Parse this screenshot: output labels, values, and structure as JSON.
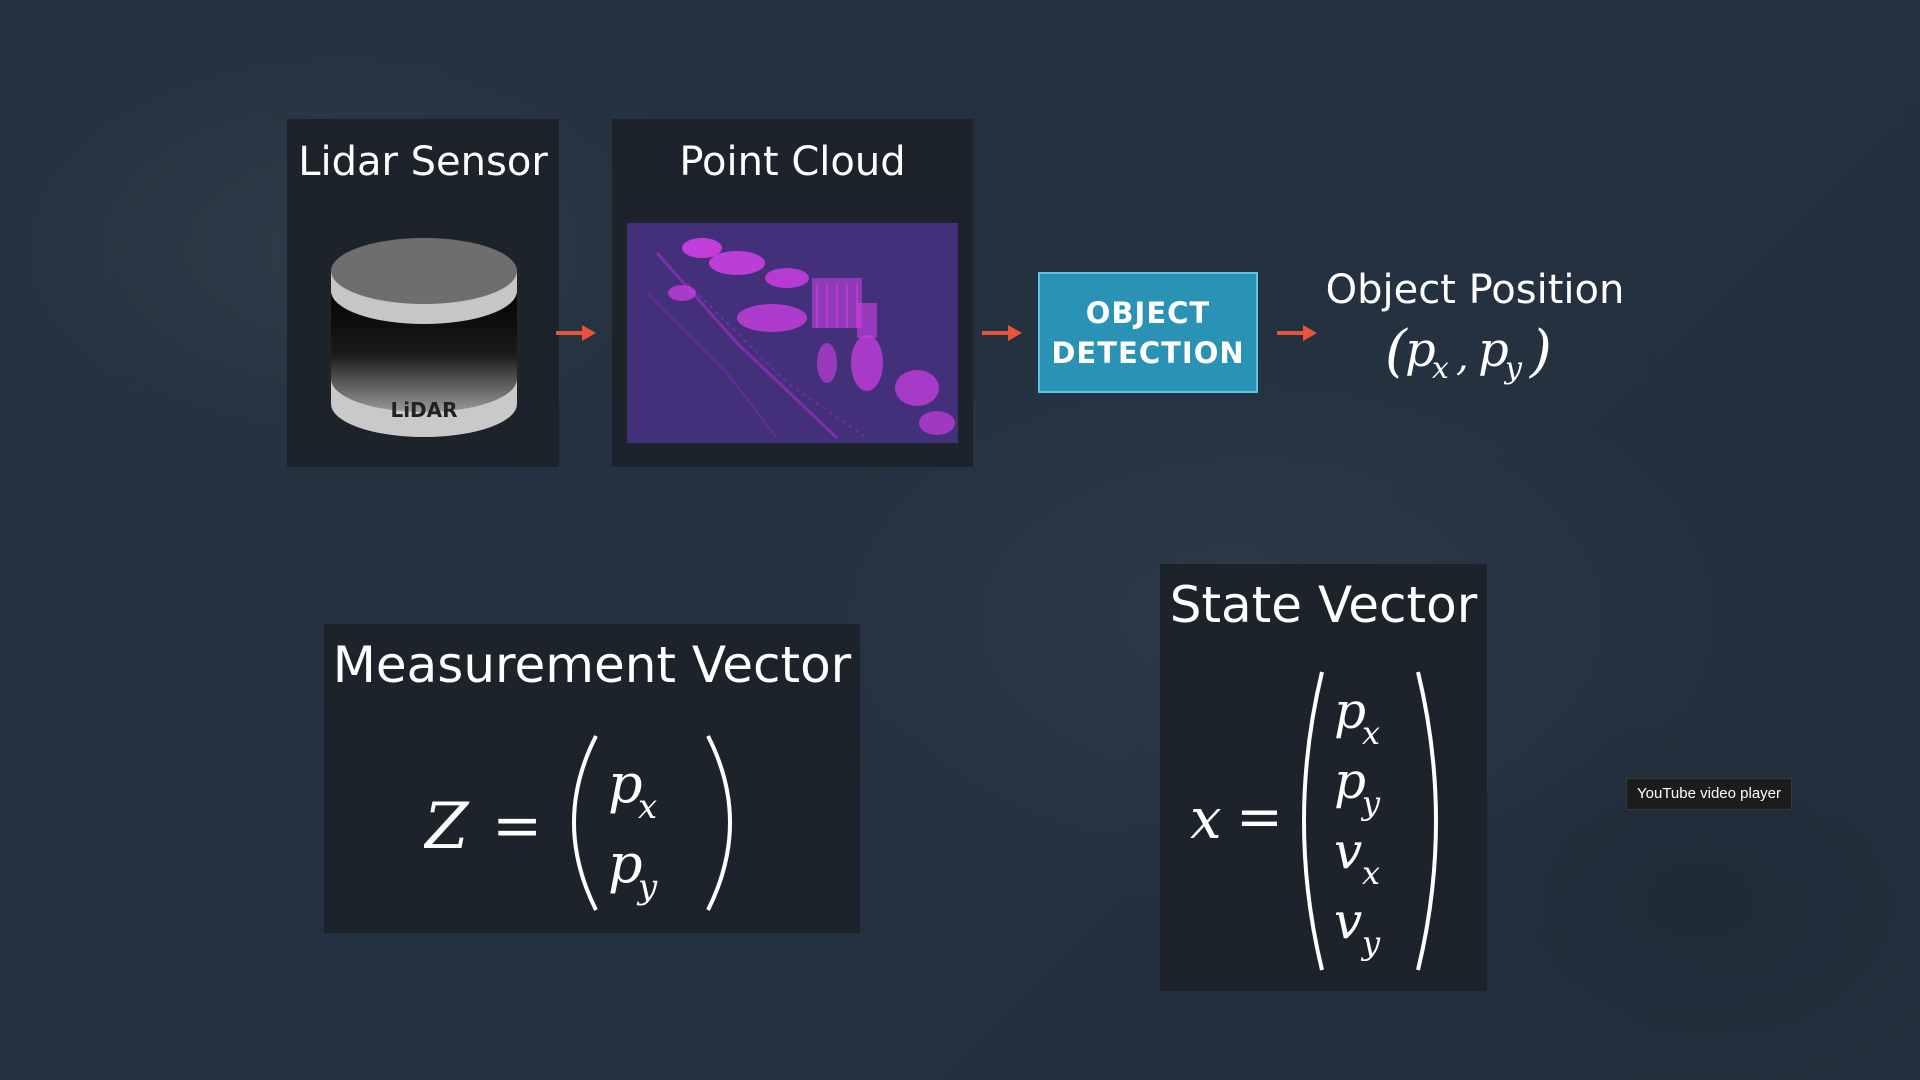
{
  "colors": {
    "background": "#253140",
    "panel": "#1c232b",
    "arrow": "#e8543a",
    "detection_box": "#2a93b5",
    "point_cloud_bg": "#43307a",
    "point_cloud_points": "#d23fe8"
  },
  "lidar_sensor": {
    "title": "Lidar Sensor",
    "icon": "lidar-icon",
    "device_label": "LiDAR"
  },
  "point_cloud": {
    "title": "Point Cloud"
  },
  "object_detection": {
    "line1": "OBJECT",
    "line2": "DETECTION"
  },
  "object_position": {
    "title": "Object Position",
    "formula_open": "(",
    "p": "p",
    "sub_x": "x",
    "comma": ",",
    "sub_y": "y",
    "formula_close": ")"
  },
  "measurement_vector": {
    "title": "Measurement Vector",
    "lhs": "Z",
    "equals": "=",
    "entries": [
      {
        "sym": "p",
        "sub": "x"
      },
      {
        "sym": "p",
        "sub": "y"
      }
    ]
  },
  "state_vector": {
    "title": "State Vector",
    "lhs": "x",
    "equals": "=",
    "entries": [
      {
        "sym": "p",
        "sub": "x"
      },
      {
        "sym": "p",
        "sub": "y"
      },
      {
        "sym": "v",
        "sub": "x"
      },
      {
        "sym": "v",
        "sub": "y"
      }
    ]
  },
  "tooltip": {
    "text": "YouTube video player"
  }
}
